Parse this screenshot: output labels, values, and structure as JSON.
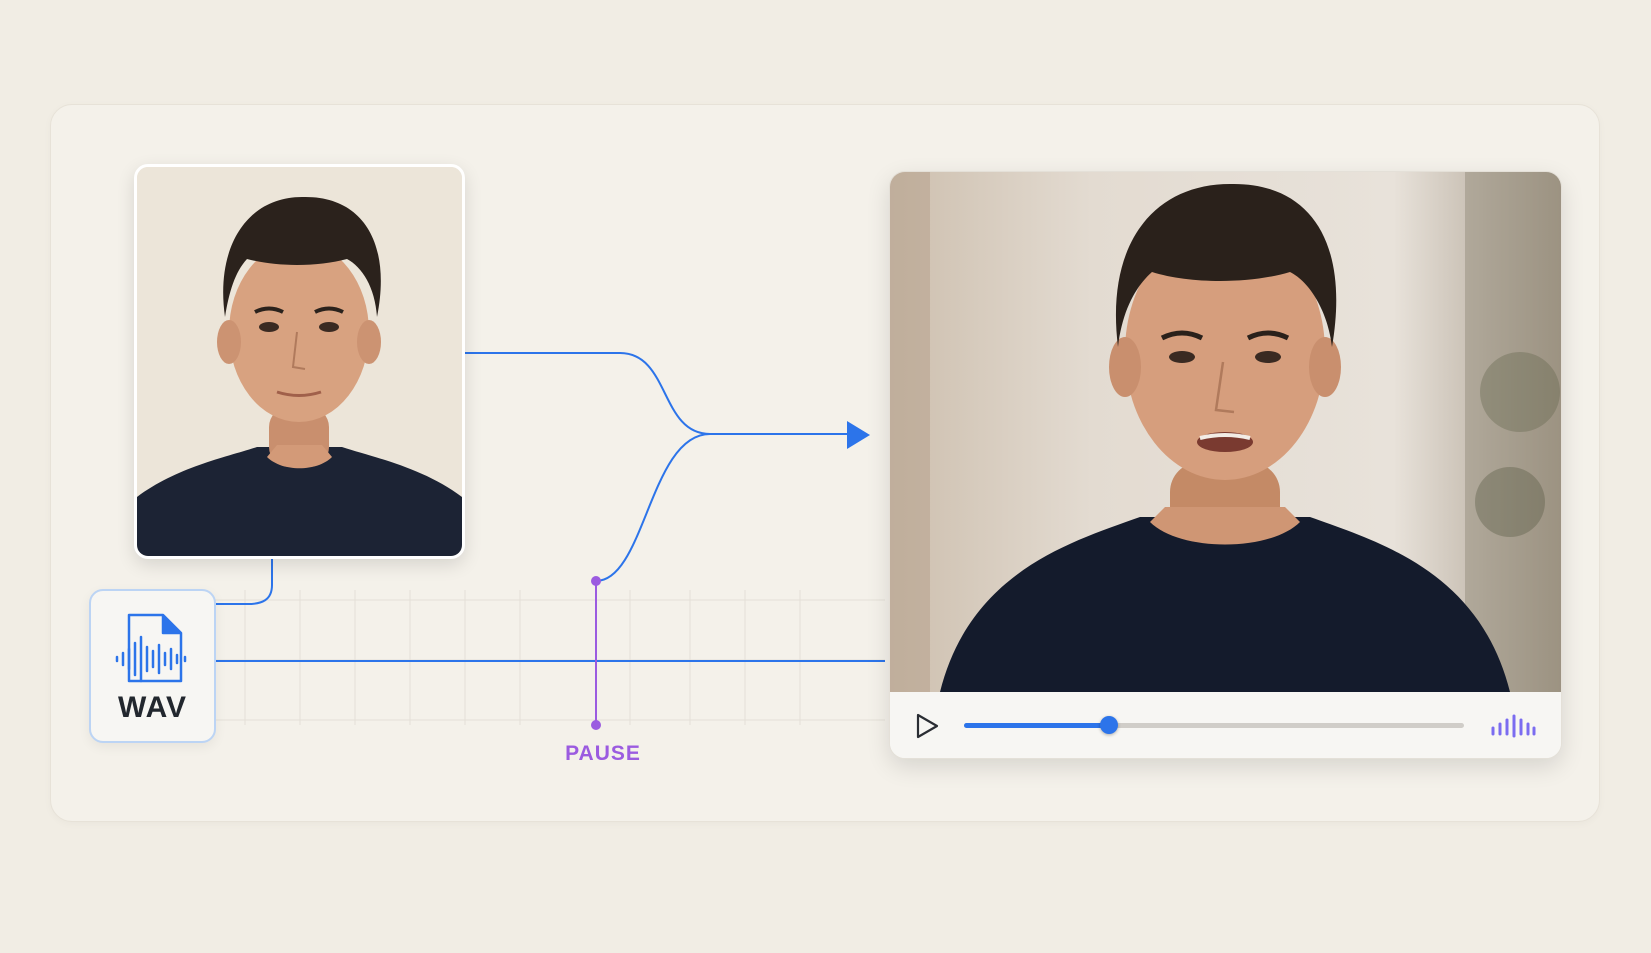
{
  "colors": {
    "flow_blue": "#2c74ea",
    "pause_purple": "#9b5be0",
    "background": "#f1ede4"
  },
  "input_image": {
    "icon": "portrait-photo"
  },
  "audio_file": {
    "label": "WAV",
    "icon": "audio-file-icon"
  },
  "waveform": {
    "pause_label": "PAUSE"
  },
  "output_video": {
    "icon": "talking-head-video",
    "progress": 0.29,
    "play_icon": "play-icon",
    "volume_icon": "volume-bars-icon"
  }
}
